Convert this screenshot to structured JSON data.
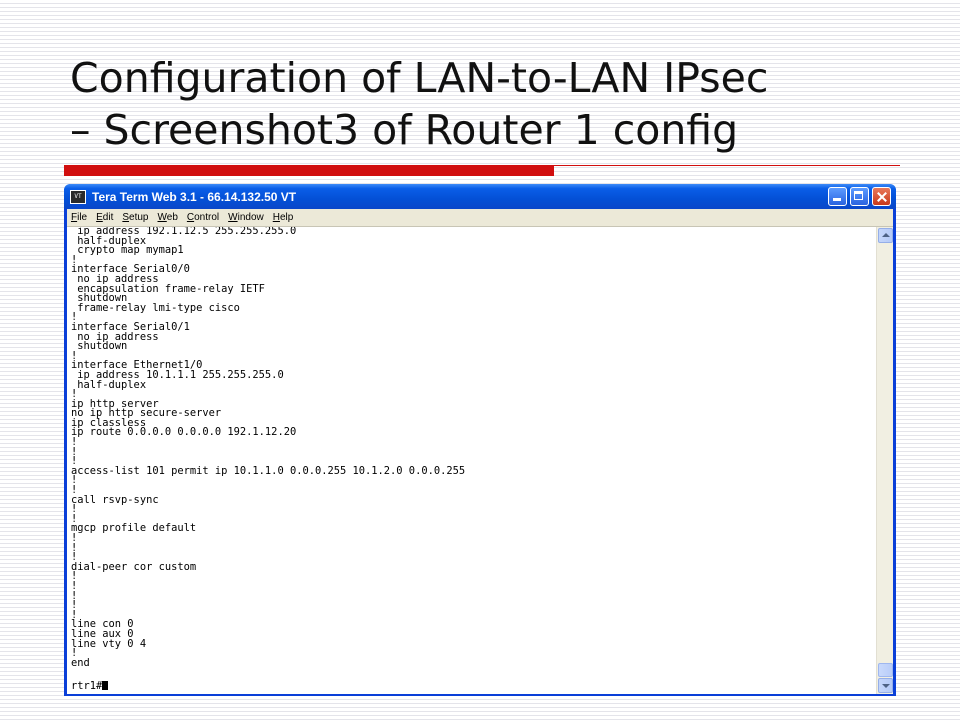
{
  "slide": {
    "title_line1": "Configuration of LAN-to-LAN IPsec",
    "title_line2": "– Screenshot3 of Router 1 config"
  },
  "window": {
    "title": "Tera Term Web 3.1 - 66.14.132.50 VT",
    "icon_label": "VT",
    "menu": [
      "File",
      "Edit",
      "Setup",
      "Web",
      "Control",
      "Window",
      "Help"
    ]
  },
  "terminal": {
    "lines": [
      " ip address 192.1.12.5 255.255.255.0",
      " half-duplex",
      " crypto map mymap1",
      "!",
      "interface Serial0/0",
      " no ip address",
      " encapsulation frame-relay IETF",
      " shutdown",
      " frame-relay lmi-type cisco",
      "!",
      "interface Serial0/1",
      " no ip address",
      " shutdown",
      "!",
      "interface Ethernet1/0",
      " ip address 10.1.1.1 255.255.255.0",
      " half-duplex",
      "!",
      "ip http server",
      "no ip http secure-server",
      "ip classless",
      "ip route 0.0.0.0 0.0.0.0 192.1.12.20",
      "!",
      "!",
      "!",
      "access-list 101 permit ip 10.1.1.0 0.0.0.255 10.1.2.0 0.0.0.255",
      "!",
      "!",
      "call rsvp-sync",
      "!",
      "!",
      "mgcp profile default",
      "!",
      "!",
      "!",
      "dial-peer cor custom",
      "!",
      "!",
      "!",
      "!",
      "!",
      "line con 0",
      "line aux 0",
      "line vty 0 4",
      "!",
      "end",
      ""
    ],
    "prompt": "rtr1#"
  },
  "colors": {
    "accent_rule": "#d10f0f",
    "titlebar": "#0450d6"
  }
}
